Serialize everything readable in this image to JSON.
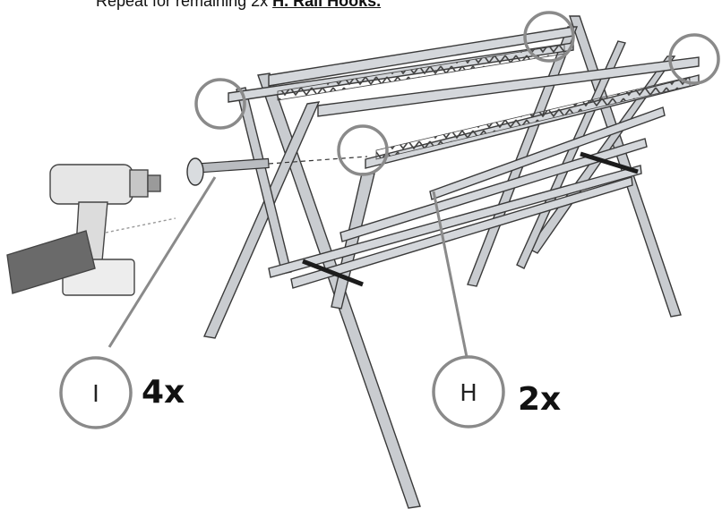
{
  "instruction": {
    "prefix": "Repeat for remaining 2x ",
    "emphasis": "H. Rail Hooks."
  },
  "callouts": [
    {
      "letter": "I",
      "quantity": "4x"
    },
    {
      "letter": "H",
      "quantity": "2x"
    }
  ],
  "colors": {
    "frame_fill": "#c9ccd0",
    "frame_stroke": "#3a3a3a",
    "callout_gray": "#8a8a8a",
    "strap": "#1c1c1c"
  }
}
